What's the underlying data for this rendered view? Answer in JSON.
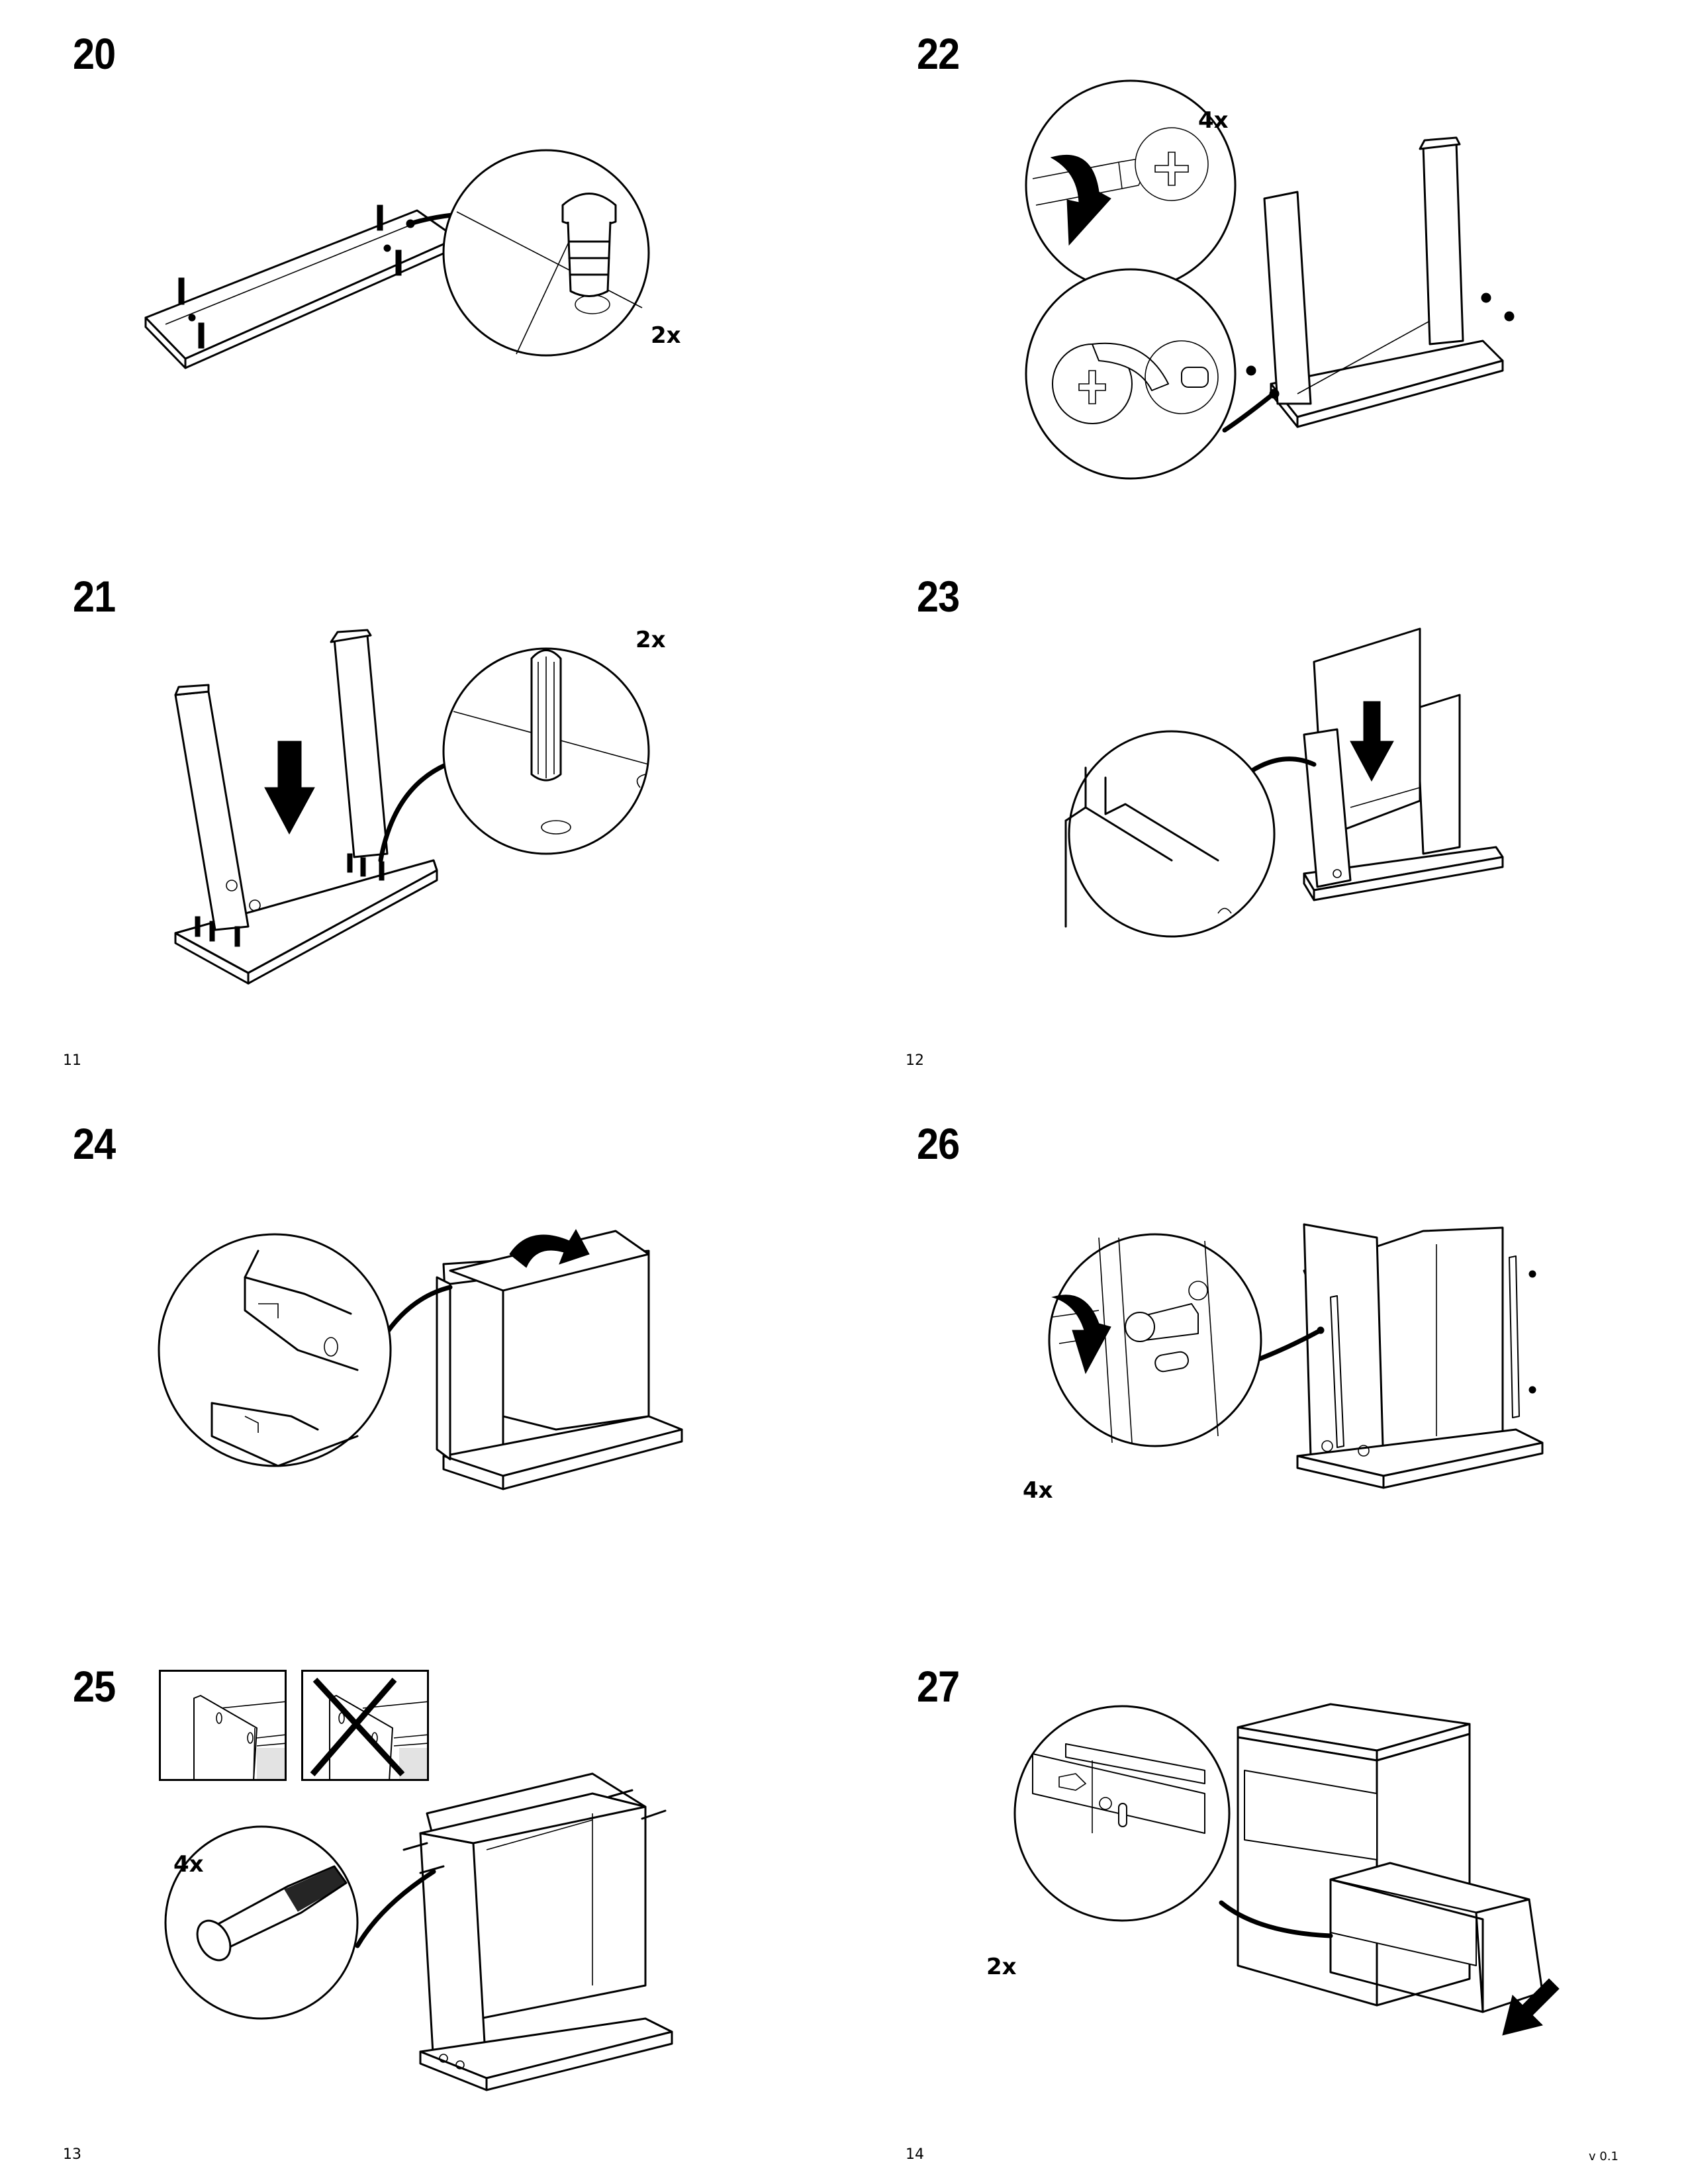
{
  "document": {
    "version": "v 0.1",
    "pages": [
      {
        "number": "11",
        "steps": [
          "20",
          "21"
        ]
      },
      {
        "number": "12",
        "steps": [
          "22",
          "23"
        ]
      },
      {
        "number": "13",
        "steps": [
          "24",
          "25"
        ]
      },
      {
        "number": "14",
        "steps": [
          "26",
          "27"
        ]
      }
    ]
  },
  "steps": {
    "s20": {
      "number": "20",
      "quantity": "2x",
      "detail": "cam-lock-bolt"
    },
    "s21": {
      "number": "21",
      "quantity": "2x",
      "detail": "wooden-dowel"
    },
    "s22": {
      "number": "22",
      "quantity": "4x",
      "detail": "cam-lock-rotation"
    },
    "s23": {
      "number": "23",
      "quantity": "",
      "detail": "back-panel-groove"
    },
    "s24": {
      "number": "24",
      "quantity": "",
      "detail": "top-panel-joint"
    },
    "s25": {
      "number": "25",
      "quantity": "4x",
      "detail": "connector-bolt",
      "comparison": [
        "correct",
        "incorrect"
      ]
    },
    "s26": {
      "number": "26",
      "quantity": "4x",
      "detail": "drawer-rail-screw"
    },
    "s27": {
      "number": "27",
      "quantity": "2x",
      "detail": "drawer-slide-insert"
    }
  }
}
